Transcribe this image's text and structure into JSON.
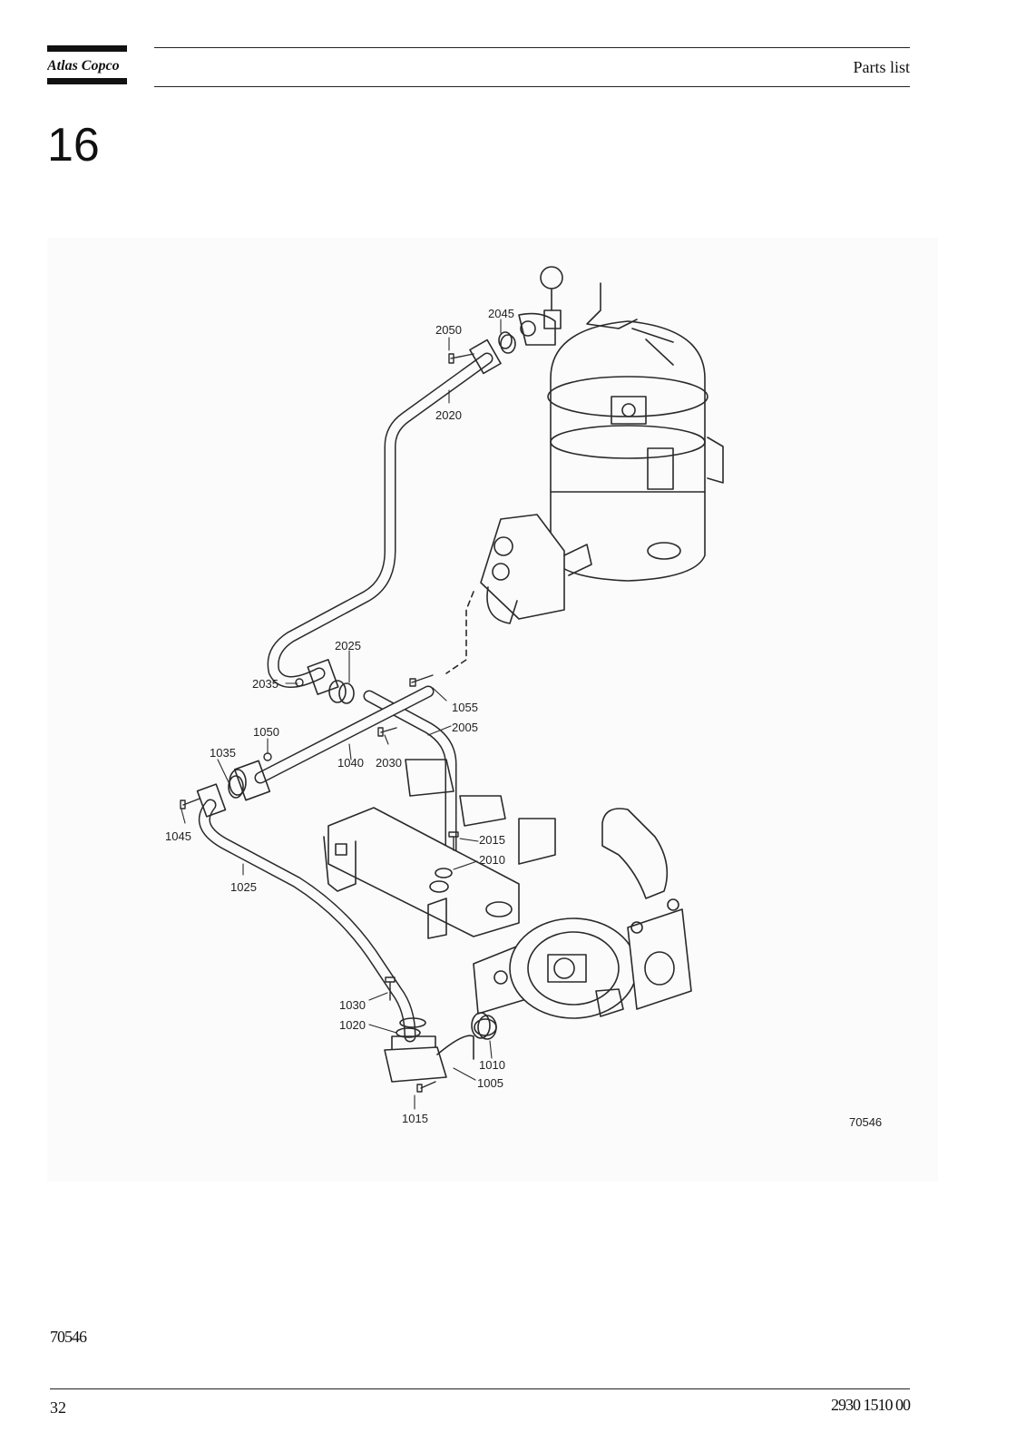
{
  "header": {
    "brand": "Atlas Copco",
    "title": "Parts list"
  },
  "section": {
    "number": "16"
  },
  "figure": {
    "drawing_number": "70546",
    "callouts": {
      "c2050": "2050",
      "c2045": "2045",
      "c2020": "2020",
      "c2025": "2025",
      "c2035": "2035",
      "c1055": "1055",
      "c2005": "2005",
      "c1050": "1050",
      "c1035": "1035",
      "c1040": "1040",
      "c2030": "2030",
      "c1045": "1045",
      "c2015": "2015",
      "c2010": "2010",
      "c1025": "1025",
      "c1030": "1030",
      "c1020": "1020",
      "c1010": "1010",
      "c1005": "1005",
      "c1015": "1015"
    }
  },
  "footer": {
    "figure_ref": "70546",
    "page_number": "32",
    "doc_number": "2930 1510 00"
  }
}
